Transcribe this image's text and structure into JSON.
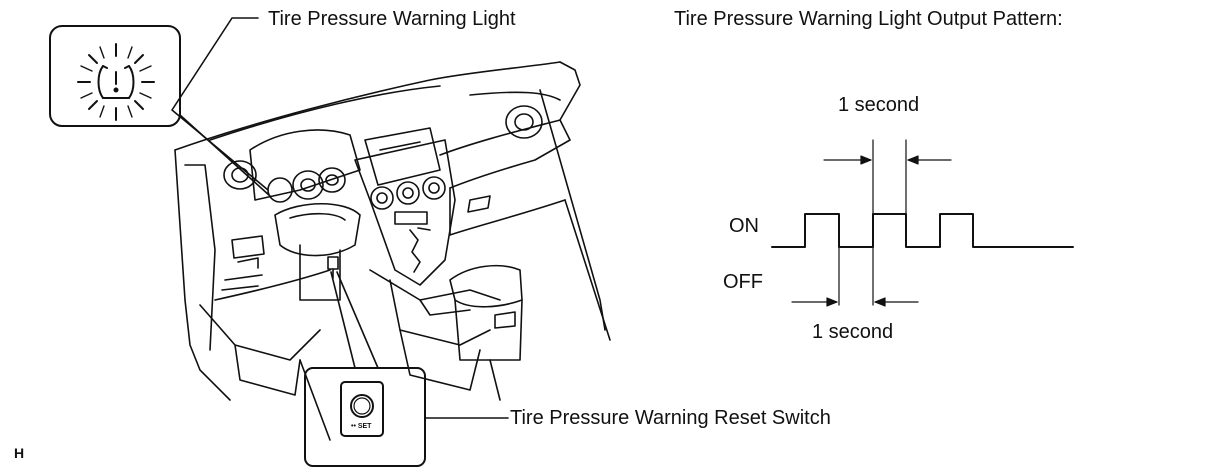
{
  "labels": {
    "warning_light": "Tire Pressure Warning Light",
    "reset_switch": "Tire Pressure Warning Reset Switch",
    "pattern_title": "Tire Pressure Warning Light Output Pattern:",
    "corner_mark": "H"
  },
  "switch_text": "•• SET",
  "pattern": {
    "on_label": "ON",
    "off_label": "OFF",
    "top_period_label": "1 second",
    "bottom_period_label": "1 second",
    "pulses_shown": 3
  }
}
